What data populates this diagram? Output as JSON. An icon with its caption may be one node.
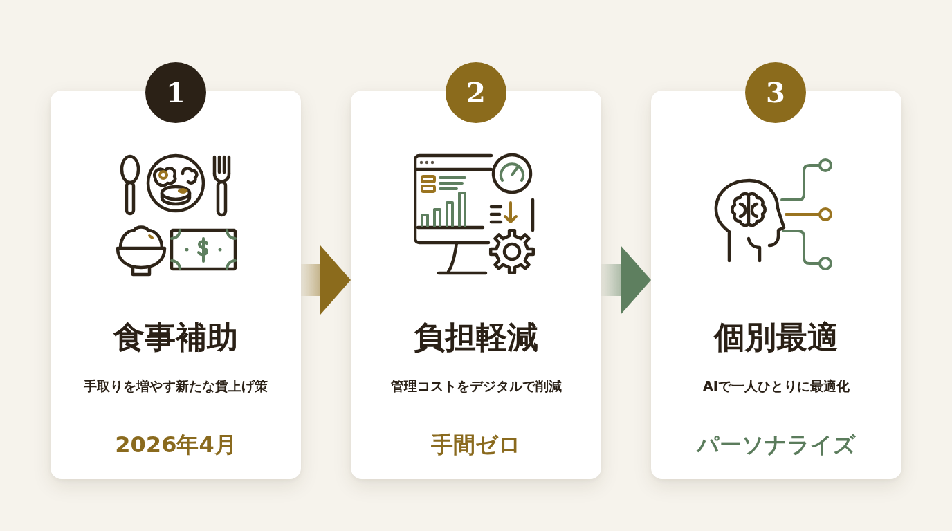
{
  "diagram": {
    "nodes": [
      {
        "text": [
          "1"
        ]
      },
      {
        "text": [
          "食事補助",
          "手取りを増やす新たな賃上げ策",
          "2026年4月"
        ]
      },
      {
        "text": [
          "2"
        ]
      },
      {
        "text": [
          "負担軽減",
          "管理コストをデジタルで削減",
          "手間ゼロ"
        ]
      },
      {
        "text": [
          "3"
        ]
      },
      {
        "text": [
          "個別最適",
          "AIで一人ひとりに最適化",
          "パーソナライズ"
        ]
      }
    ],
    "edges": [
      {
        "from": 1,
        "to": 3,
        "arrow": "to",
        "color": "#8b6b1c"
      },
      {
        "from": 3,
        "to": 5,
        "arrow": "to",
        "color": "#5e7f5f"
      }
    ]
  }
}
